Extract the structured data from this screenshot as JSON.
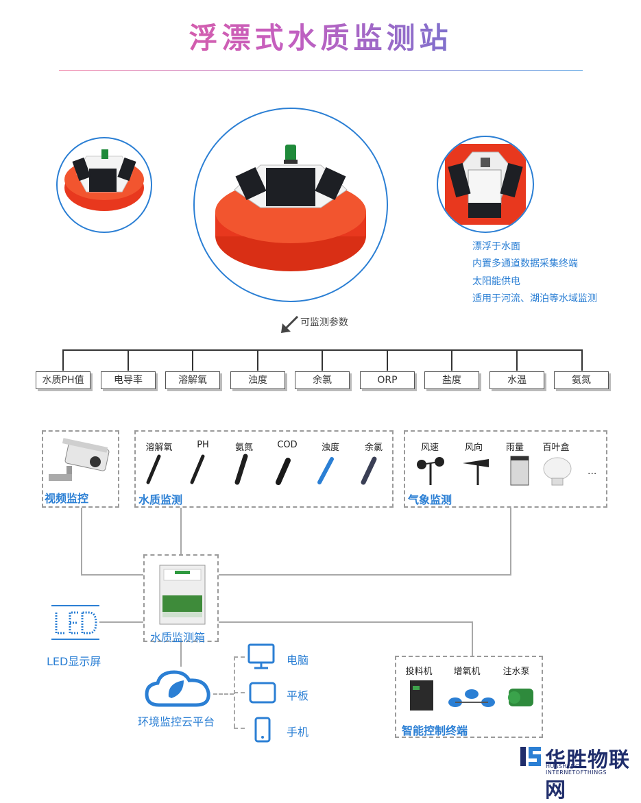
{
  "title": "浮漂式水质监测站",
  "features": [
    "漂浮于水面",
    "内置多通道数据采集终端",
    "太阳能供电",
    "适用于河流、湖泊等水域监测"
  ],
  "param_hint": "可监测参数",
  "params": [
    "水质PH值",
    "电导率",
    "溶解氧",
    "浊度",
    "余氯",
    "ORP",
    "盐度",
    "水温",
    "氨氮"
  ],
  "video": {
    "label": "视频监控"
  },
  "water_sensors": {
    "items": [
      "溶解氧",
      "PH",
      "氨氮",
      "COD",
      "浊度",
      "余氯"
    ],
    "label": "水质监测"
  },
  "weather": {
    "items": [
      "风速",
      "风向",
      "雨量",
      "百叶盒"
    ],
    "more": "...",
    "label": "气象监测"
  },
  "box": {
    "label": "水质监测箱"
  },
  "led": {
    "glyphs": "LED",
    "label": "LED显示屏"
  },
  "cloud": {
    "label": "环境监控云平台"
  },
  "devices": [
    "电脑",
    "平板",
    "手机"
  ],
  "control": {
    "items": [
      "投料机",
      "增氧机",
      "注水泵"
    ],
    "label": "智能控制终端"
  },
  "logo": {
    "name": "华胜物联网",
    "sub": "HUASHENG INTERNETOFTHINGS"
  },
  "colors": {
    "accent_blue": "#2b7fd4",
    "buoy_red": "#e8381e",
    "title_pink": "#f05a8a"
  }
}
